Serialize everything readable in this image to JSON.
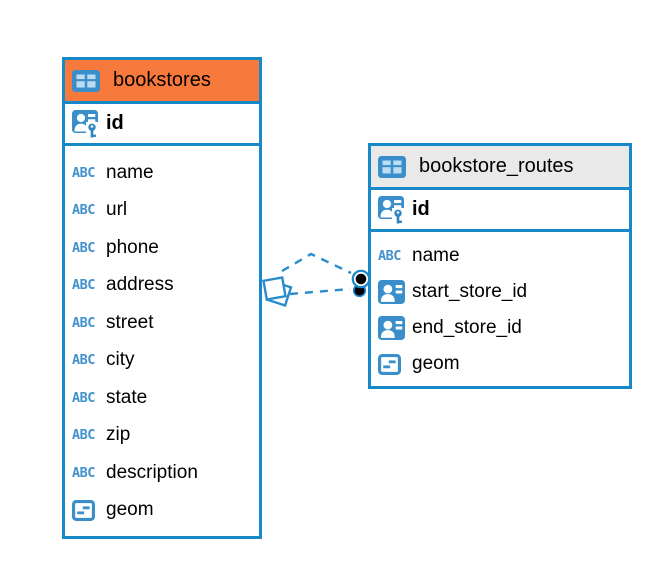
{
  "app": {
    "view": "entity-relationship-diagram"
  },
  "colors": {
    "canvas_background": "#ffffff",
    "table_border": "#1789c9",
    "icon_blue": "#3a8fcb",
    "abc_blue": "#4191cc",
    "bookstores_header": "#f8793c",
    "routes_header": "#e9e9e9",
    "connector_line": "#2b8ccd",
    "text": "#000000"
  },
  "icons": {
    "abc_label": "ABC"
  },
  "tables": [
    {
      "title": "bookstores",
      "header_color": "#f8793c",
      "primary_key": {
        "name": "id",
        "type_icon": "primary-key"
      },
      "columns": [
        {
          "name": "name",
          "type_icon": "abc"
        },
        {
          "name": "url",
          "type_icon": "abc"
        },
        {
          "name": "phone",
          "type_icon": "abc"
        },
        {
          "name": "address",
          "type_icon": "abc"
        },
        {
          "name": "street",
          "type_icon": "abc"
        },
        {
          "name": "city",
          "type_icon": "abc"
        },
        {
          "name": "state",
          "type_icon": "abc"
        },
        {
          "name": "zip",
          "type_icon": "abc"
        },
        {
          "name": "description",
          "type_icon": "abc"
        },
        {
          "name": "geom",
          "type_icon": "geometry"
        }
      ]
    },
    {
      "title": "bookstore_routes",
      "header_color": "#e9e9e9",
      "primary_key": {
        "name": "id",
        "type_icon": "primary-key"
      },
      "columns": [
        {
          "name": "name",
          "type_icon": "abc"
        },
        {
          "name": "start_store_id",
          "type_icon": "reference"
        },
        {
          "name": "end_store_id",
          "type_icon": "reference"
        },
        {
          "name": "geom",
          "type_icon": "geometry"
        }
      ]
    }
  ],
  "relationship": {
    "from_table": "bookstores",
    "to_table": "bookstore_routes",
    "line_style": "dashed",
    "line_count": 2,
    "source_marker": "diamond",
    "target_marker": "stacked-dots"
  }
}
